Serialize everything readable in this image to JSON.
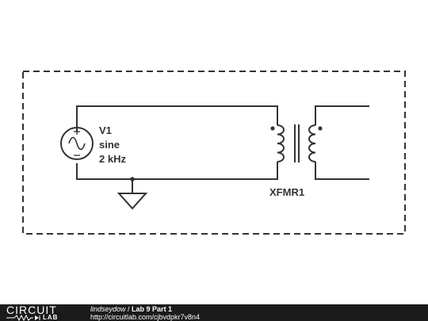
{
  "schematic": {
    "source": {
      "name": "V1",
      "type": "sine",
      "frequency": "2 kHz",
      "symbol": "ac-voltage-source-icon"
    },
    "transformer": {
      "name": "XFMR1",
      "symbol": "transformer-icon"
    },
    "ground_symbol": "ground-icon",
    "border_color": "#333333",
    "wire_color": "#333333"
  },
  "footer": {
    "logo_top": "CIRCUIT",
    "logo_bottom": "LAB",
    "user": "lindseydow",
    "separator": " / ",
    "project": "Lab 9 Part 1",
    "url": "http://circuitlab.com/cjbvdpkr7v8n4",
    "background": "#1b1b1b"
  }
}
